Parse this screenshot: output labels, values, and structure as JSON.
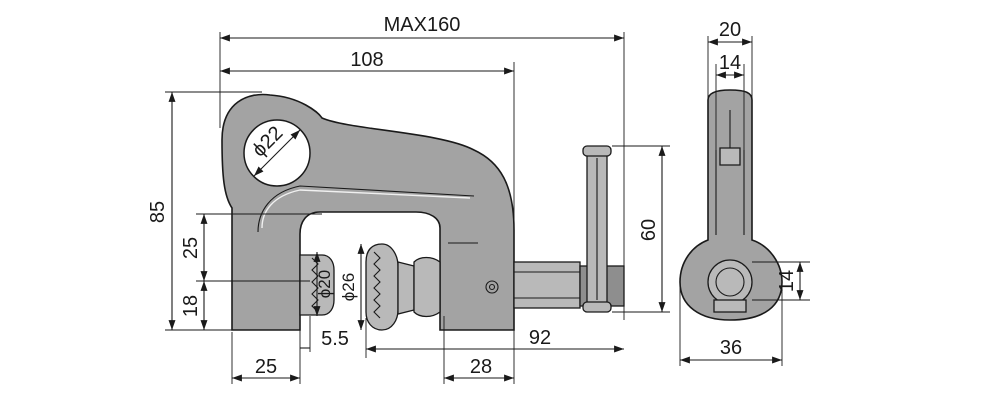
{
  "drawing": {
    "accent_color": "#a3a3a3",
    "line_color": "#1a1a1a",
    "dimensions": {
      "max_opening": "MAX160",
      "overall_length": "108",
      "height": "85",
      "jaw_depth": "25",
      "jaw_bottom": "18",
      "pin_hole_dia": "ϕ22",
      "pad_dia_fixed": "ϕ20",
      "pad_dia_swivel": "ϕ26",
      "gap": "5.5",
      "jaw_width": "25",
      "screw_offset": "28",
      "screw_length": "92",
      "handle_length": "60",
      "side_width_top": "20",
      "side_inner_width": "14",
      "side_hole_height": "14",
      "side_base_width": "36"
    }
  }
}
